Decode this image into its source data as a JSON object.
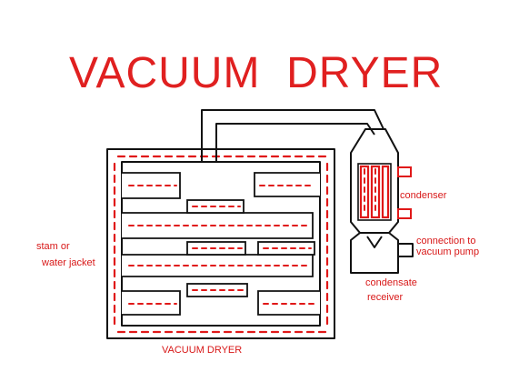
{
  "diagram": {
    "title": "VACUUM  DRYER",
    "caption": "VACUUM DRYER",
    "labels": {
      "jacket_line1": "stam or",
      "jacket_line2": "water jacket",
      "condenser": "condenser",
      "pump_line1": "connection to",
      "pump_line2": "vacuum pump",
      "receiver_line1": "condensate",
      "receiver_line2": "receiver"
    },
    "colors": {
      "accent": "#e02020",
      "ink": "#111111",
      "background": "#ffffff"
    }
  }
}
